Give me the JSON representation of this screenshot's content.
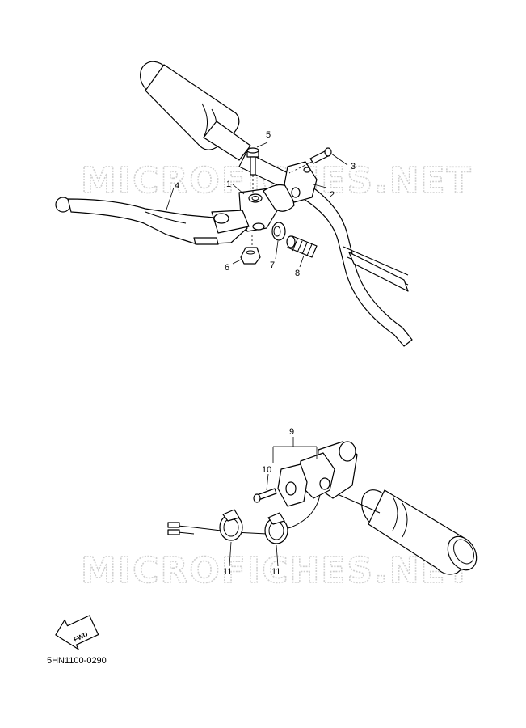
{
  "watermark": "MICROFICHES.NET",
  "diagram_code": "5HN1100-0290",
  "fwd_label": "FWD",
  "callouts_top": [
    "1",
    "2",
    "3",
    "4",
    "5",
    "6",
    "7",
    "8"
  ],
  "callouts_bottom": [
    "9",
    "10",
    "11",
    "11"
  ]
}
